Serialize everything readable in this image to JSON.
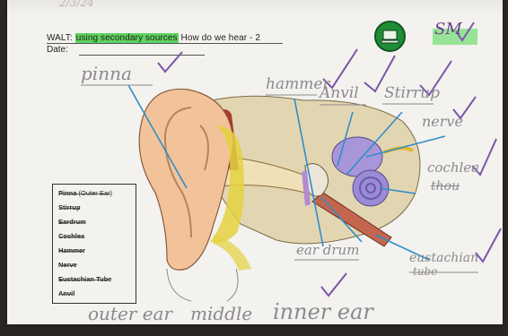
{
  "header": {
    "top_scrawl": "2/3/24",
    "walt_prefix": "WALT:",
    "walt_highlight": "using secondary sources",
    "walt_rest": " How do we hear - 2",
    "date_label": "Date:"
  },
  "sticker_text": "SM",
  "handwritten_labels": {
    "pinna": "pinna",
    "hammer": "hammer",
    "anvil": "Anvil",
    "stirrup": "Stirrup",
    "nerve": "nerve",
    "cochlea": "cochlea",
    "cochlea_struck": "thou",
    "eardrum": "ear drum",
    "eustachian": "eustachian",
    "eustachian_2": "tube"
  },
  "footer_labels": {
    "outer": "outer ear",
    "middle": "middle",
    "inner": "inner ear"
  },
  "word_bank": [
    {
      "text": "Pinna ",
      "sub": "(Outer Ear)"
    },
    {
      "text": "Stirrup",
      "sub": ""
    },
    {
      "text": "Eardrum",
      "sub": ""
    },
    {
      "text": "Cochlea",
      "sub": ""
    },
    {
      "text": "Hammer",
      "sub": ""
    },
    {
      "text": "Nerve",
      "sub": ""
    },
    {
      "text": "Eustachian Tube",
      "sub": ""
    },
    {
      "text": "Anvil",
      "sub": ""
    }
  ],
  "colors": {
    "highlight": "#5fd35f",
    "ear_skin": "#f3c8a0",
    "bone": "#e9dfc0",
    "cochlea": "#9b8ad6",
    "ink_blue": "#2f8ecb",
    "ink_purple": "#7a55a8"
  }
}
